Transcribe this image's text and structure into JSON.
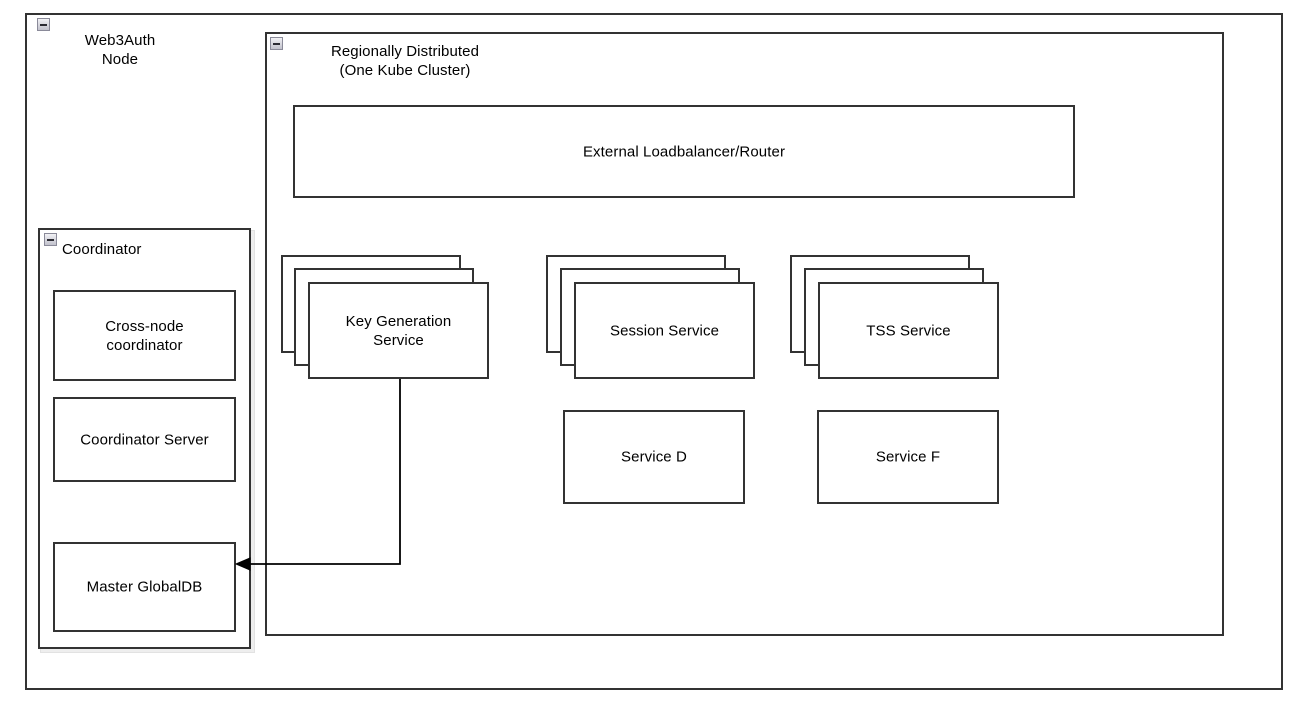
{
  "diagram": {
    "title_node": "Web3Auth\nNode",
    "regional": {
      "title": "Regionally Distributed\n(One Kube Cluster)",
      "loadbalancer": "External Loadbalancer/Router",
      "stacks": [
        {
          "label": "Key Generation\nService",
          "copies": 3
        },
        {
          "label": "Session Service",
          "copies": 3
        },
        {
          "label": "TSS Service",
          "copies": 3
        }
      ],
      "services": [
        {
          "label": "Service D"
        },
        {
          "label": "Service F"
        }
      ]
    },
    "coordinator": {
      "title": "Coordinator",
      "components": [
        {
          "label": "Cross-node\ncoordinator"
        },
        {
          "label": "Coordinator Server"
        },
        {
          "label": "Master GlobalDB"
        }
      ]
    },
    "connector": {
      "from": "Key Generation Service",
      "to": "Master GlobalDB",
      "arrow": "left-arrowhead"
    },
    "icons": {
      "collapse": "minus-collapse-icon"
    },
    "colors": {
      "stroke": "#333333",
      "background": "#ffffff",
      "icon_border": "#8a8a99",
      "shadow": "#e2e2e2"
    }
  }
}
